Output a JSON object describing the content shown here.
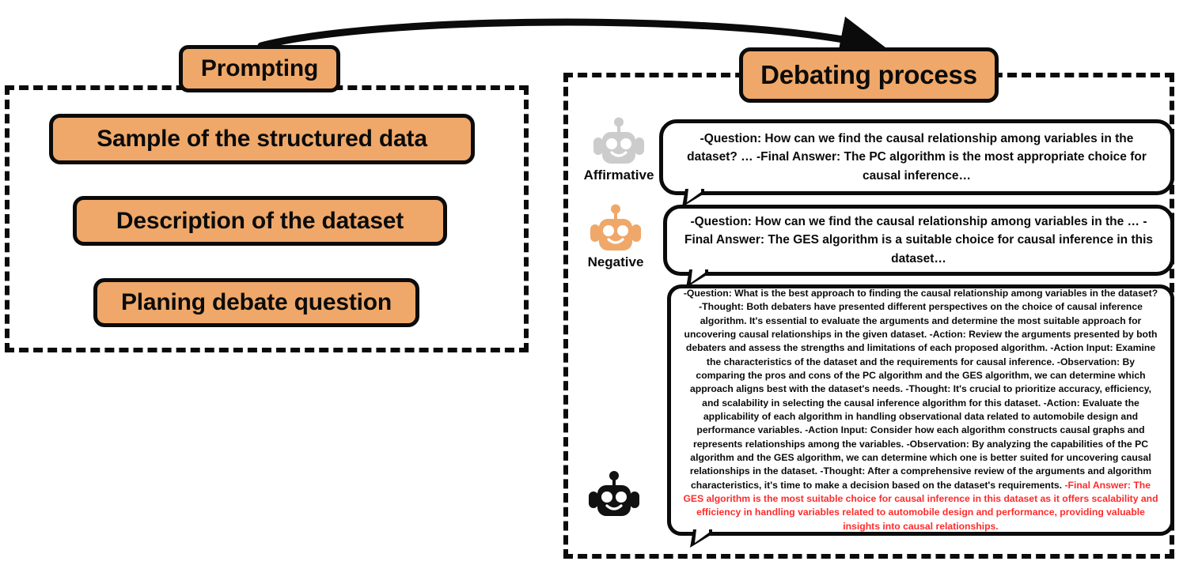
{
  "colors": {
    "chip_fill": "#efa869",
    "outline": "#0b0b0b",
    "final_answer": "#ff2b2b",
    "robot_affirmative": "#cccccc",
    "robot_negative": "#efa869",
    "robot_judge": "#111111",
    "background": "#ffffff"
  },
  "prompting": {
    "title": "Prompting",
    "items": [
      {
        "label": "Sample of the structured data"
      },
      {
        "label": "Description of the dataset"
      },
      {
        "label": "Planing debate question"
      }
    ]
  },
  "debating": {
    "title": "Debating process",
    "agents": [
      {
        "role": "Affirmative",
        "icon": "robot-icon",
        "message": "-Question: How can we find the causal relationship among variables in the dataset? … -Final Answer: The PC algorithm is the most appropriate choice for causal inference…"
      },
      {
        "role": "Negative",
        "icon": "robot-icon",
        "message": "-Question: How can we find the causal relationship among variables in the …  -Final Answer: The GES algorithm is a suitable choice for causal inference in this dataset…"
      },
      {
        "role": "",
        "icon": "robot-icon",
        "message_body": "-Question: What is the best approach to finding the causal relationship among variables in the dataset? -Thought: Both debaters have presented different perspectives on the choice of causal inference algorithm. It's essential to evaluate the arguments and determine the most suitable approach for uncovering causal relationships in the given dataset. -Action: Review the arguments presented by both debaters and assess the strengths and limitations of each proposed algorithm. -Action Input: Examine the characteristics of the dataset and the requirements for causal inference. -Observation: By comparing the pros and cons of the PC algorithm and the GES algorithm, we can determine which approach aligns best with the dataset's needs. -Thought: It's crucial to prioritize accuracy, efficiency, and scalability in selecting the causal inference algorithm for this dataset. -Action: Evaluate the applicability of each algorithm in handling observational data related to automobile design and performance variables. -Action Input: Consider how each algorithm constructs causal graphs and represents relationships among the variables. -Observation: By analyzing the capabilities of the PC algorithm and the GES algorithm, we can determine which one is better suited for uncovering causal relationships in the dataset. -Thought: After a comprehensive review of the arguments and algorithm characteristics, it's time to make a decision based on the dataset's requirements. ",
        "message_final": "-Final Answer: The GES algorithm is the most suitable choice for causal inference in this dataset as it offers scalability and efficiency in handling variables related to automobile design and performance, providing valuable insights into causal relationships."
      }
    ]
  },
  "flow": {
    "arrow_icon": "curved-arrow-right-icon"
  }
}
